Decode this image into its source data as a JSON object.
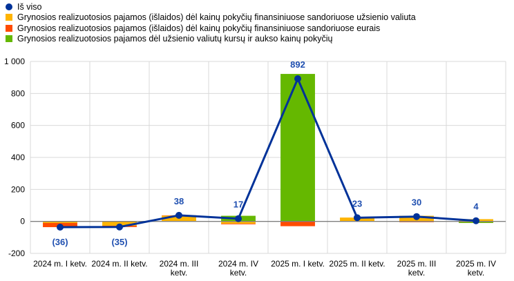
{
  "chart_data": {
    "type": "bar",
    "title": "",
    "xlabel": "",
    "ylabel": "",
    "ylim": [
      -200,
      1000
    ],
    "yticks": [
      "-200",
      "0",
      "200",
      "400",
      "600",
      "800",
      "1 000"
    ],
    "ytick_values": [
      -200,
      0,
      200,
      400,
      600,
      800,
      1000
    ],
    "categories": [
      [
        "2024 m. I ketv."
      ],
      [
        "2024 m. II ketv."
      ],
      [
        "2024 m. III",
        "ketv."
      ],
      [
        "2024 m. IV",
        "ketv."
      ],
      [
        "2025 m. I ketv."
      ],
      [
        "2025 m. II ketv."
      ],
      [
        "2025 m. III",
        "ketv."
      ],
      [
        "2025 m. IV",
        "ketv."
      ]
    ],
    "series": [
      {
        "name": "Grynosios realizuotosios pajamos (išlaidos) dėl kainų pokyčių finansiniuose sandoriuose užsienio valiuta",
        "color": "#FFB400",
        "kind": "bar",
        "values": [
          -10,
          -27,
          36,
          -14,
          2,
          24,
          35,
          14
        ]
      },
      {
        "name": "Grynosios realizuotosios pajamos (išlaidos) dėl kainų pokyčių finansiniuose sandoriuose eurais",
        "color": "#FF4B00",
        "kind": "bar",
        "values": [
          -26,
          -8,
          2,
          -4,
          -30,
          -1,
          -5,
          -4
        ]
      },
      {
        "name": "Grynosios realizuotosios pajamos dėl užsienio valiutų kursų ir aukso kainų pokyčių",
        "color": "#65B800",
        "kind": "bar",
        "values": [
          0,
          0,
          0,
          35,
          920,
          0,
          0,
          -6
        ]
      },
      {
        "name": "Iš viso",
        "color": "#003299",
        "kind": "line",
        "values": [
          -36,
          -35,
          38,
          17,
          892,
          23,
          30,
          4
        ],
        "labels": [
          "(36)",
          "(35)",
          "38",
          "17",
          "892",
          "23",
          "30",
          "4"
        ]
      }
    ],
    "legend_order": [
      3,
      0,
      1,
      2
    ],
    "legend_position": "top-left"
  }
}
